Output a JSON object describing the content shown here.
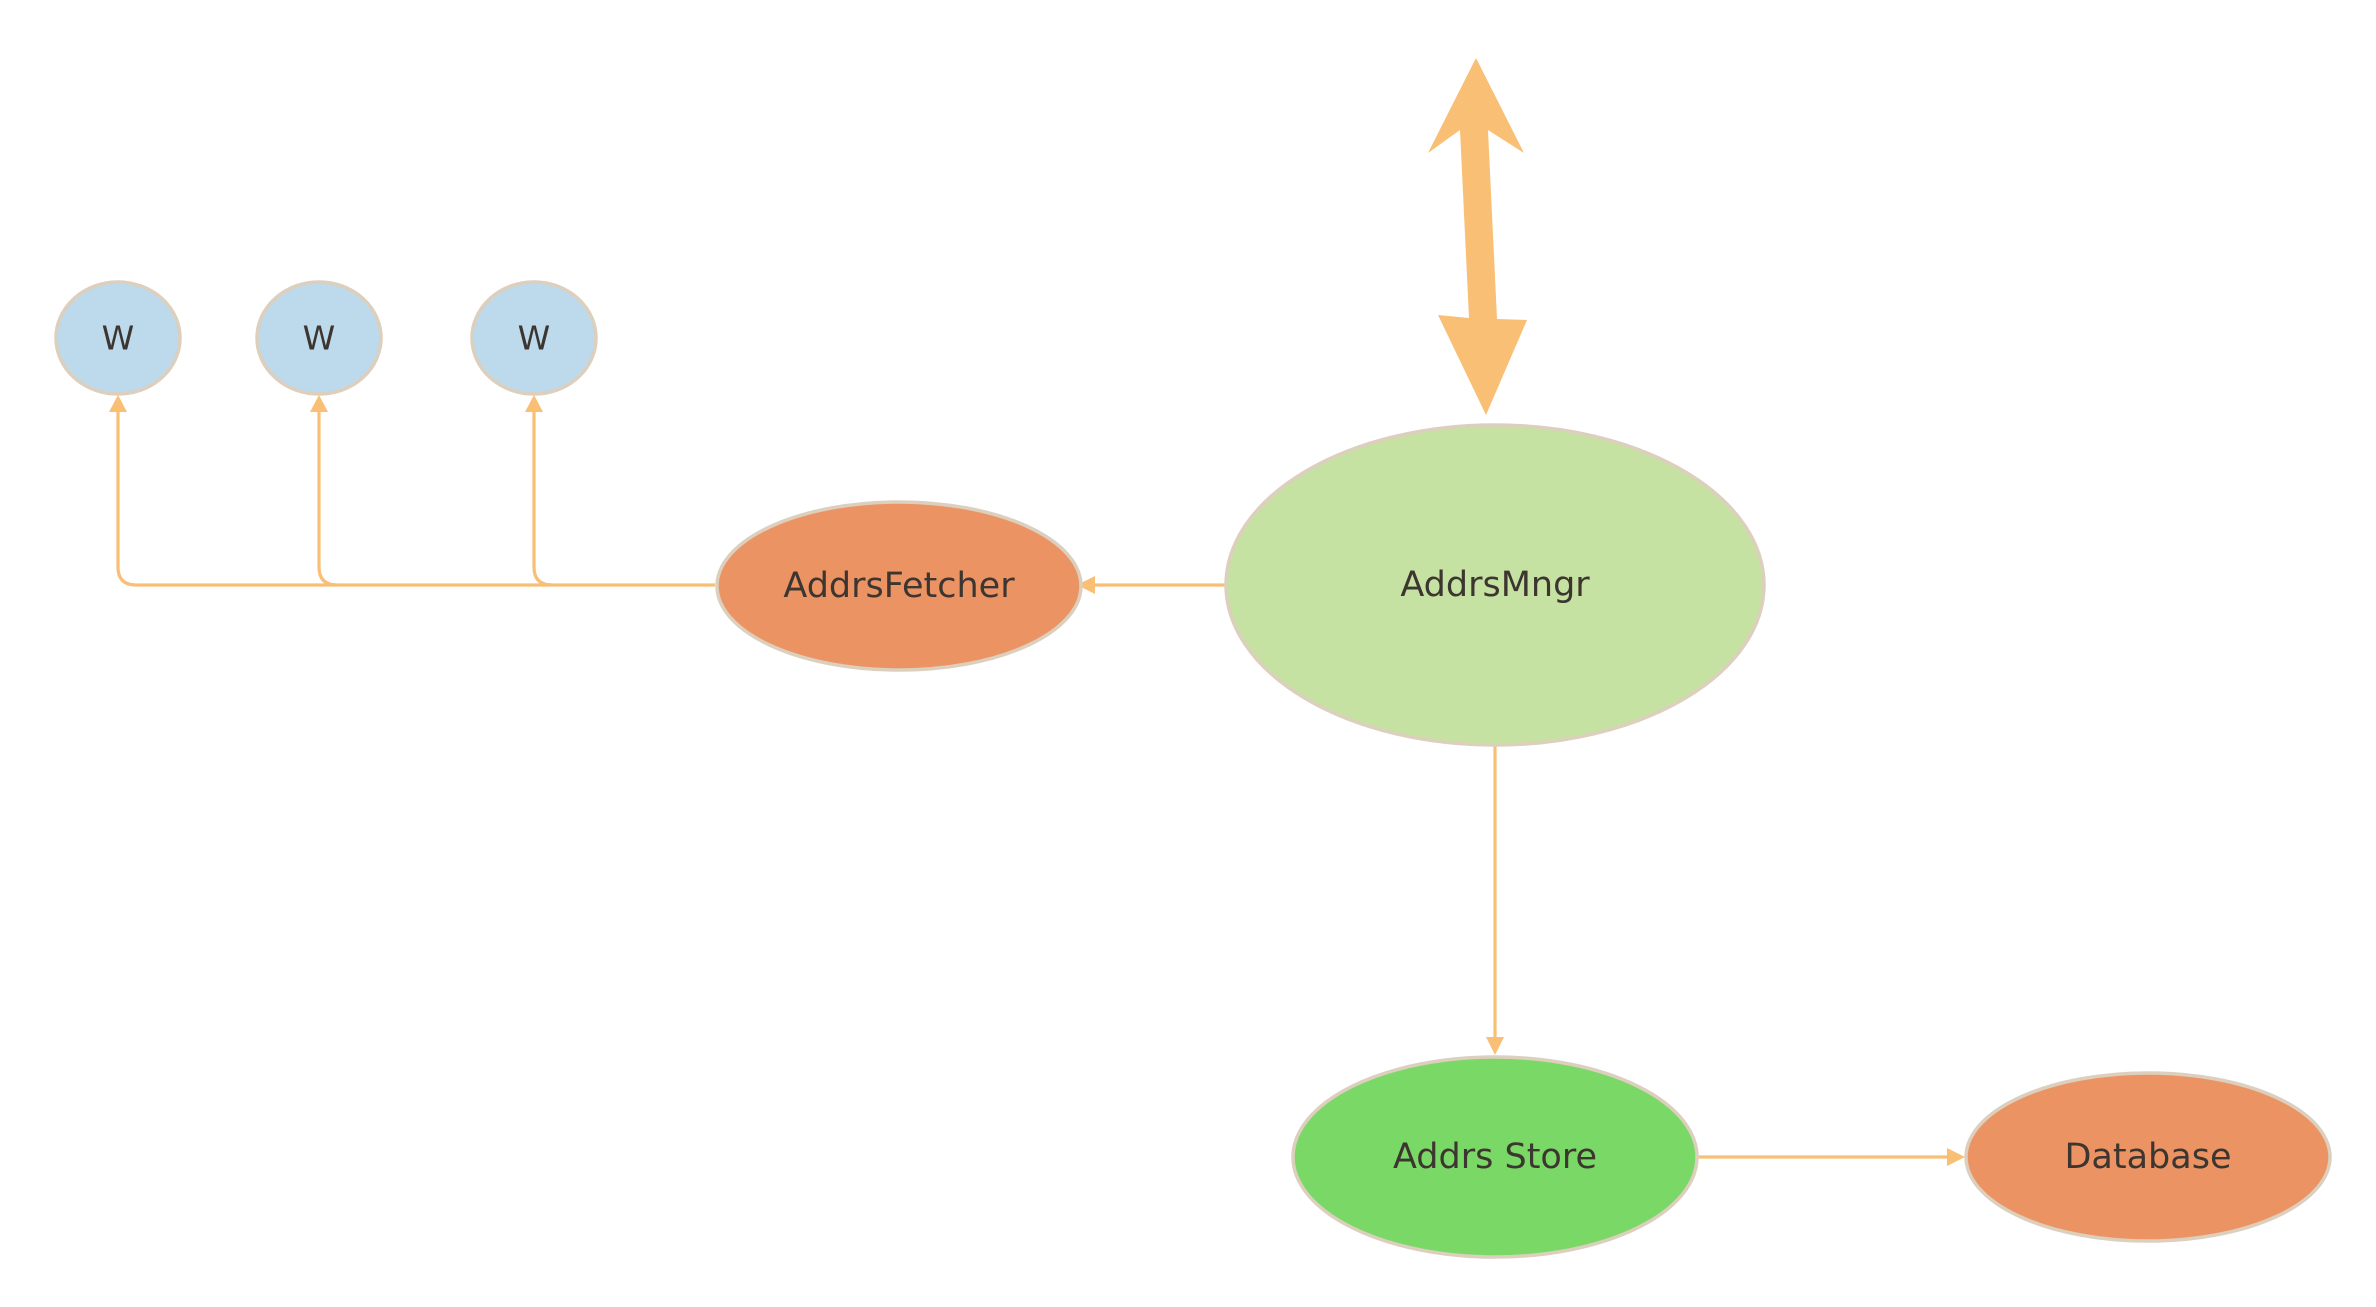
{
  "colors": {
    "worker_fill": "#bcdaeb",
    "fetcher_fill": "#ec9364",
    "manager_fill": "#c6e2a2",
    "store_fill": "#7ad866",
    "database_fill": "#ec9364",
    "edge": "#f9bf74",
    "node_border": "#dccfbd",
    "label_text": "#3d3530"
  },
  "nodes": {
    "worker_1": {
      "label": "W"
    },
    "worker_2": {
      "label": "W"
    },
    "worker_3": {
      "label": "W"
    },
    "addrs_fetcher": {
      "label": "AddrsFetcher"
    },
    "addrs_mngr": {
      "label": "AddrsMngr"
    },
    "addrs_store": {
      "label": "Addrs Store"
    },
    "database": {
      "label": "Database"
    }
  },
  "edges": [
    {
      "from": "addrs_mngr",
      "to": "addrs_fetcher"
    },
    {
      "from": "addrs_fetcher",
      "to": "worker_1"
    },
    {
      "from": "addrs_fetcher",
      "to": "worker_2"
    },
    {
      "from": "addrs_fetcher",
      "to": "worker_3"
    },
    {
      "from": "addrs_mngr",
      "to": "addrs_store"
    },
    {
      "from": "addrs_store",
      "to": "database"
    },
    {
      "from": "external",
      "to": "addrs_mngr",
      "bidirectional": true
    }
  ]
}
